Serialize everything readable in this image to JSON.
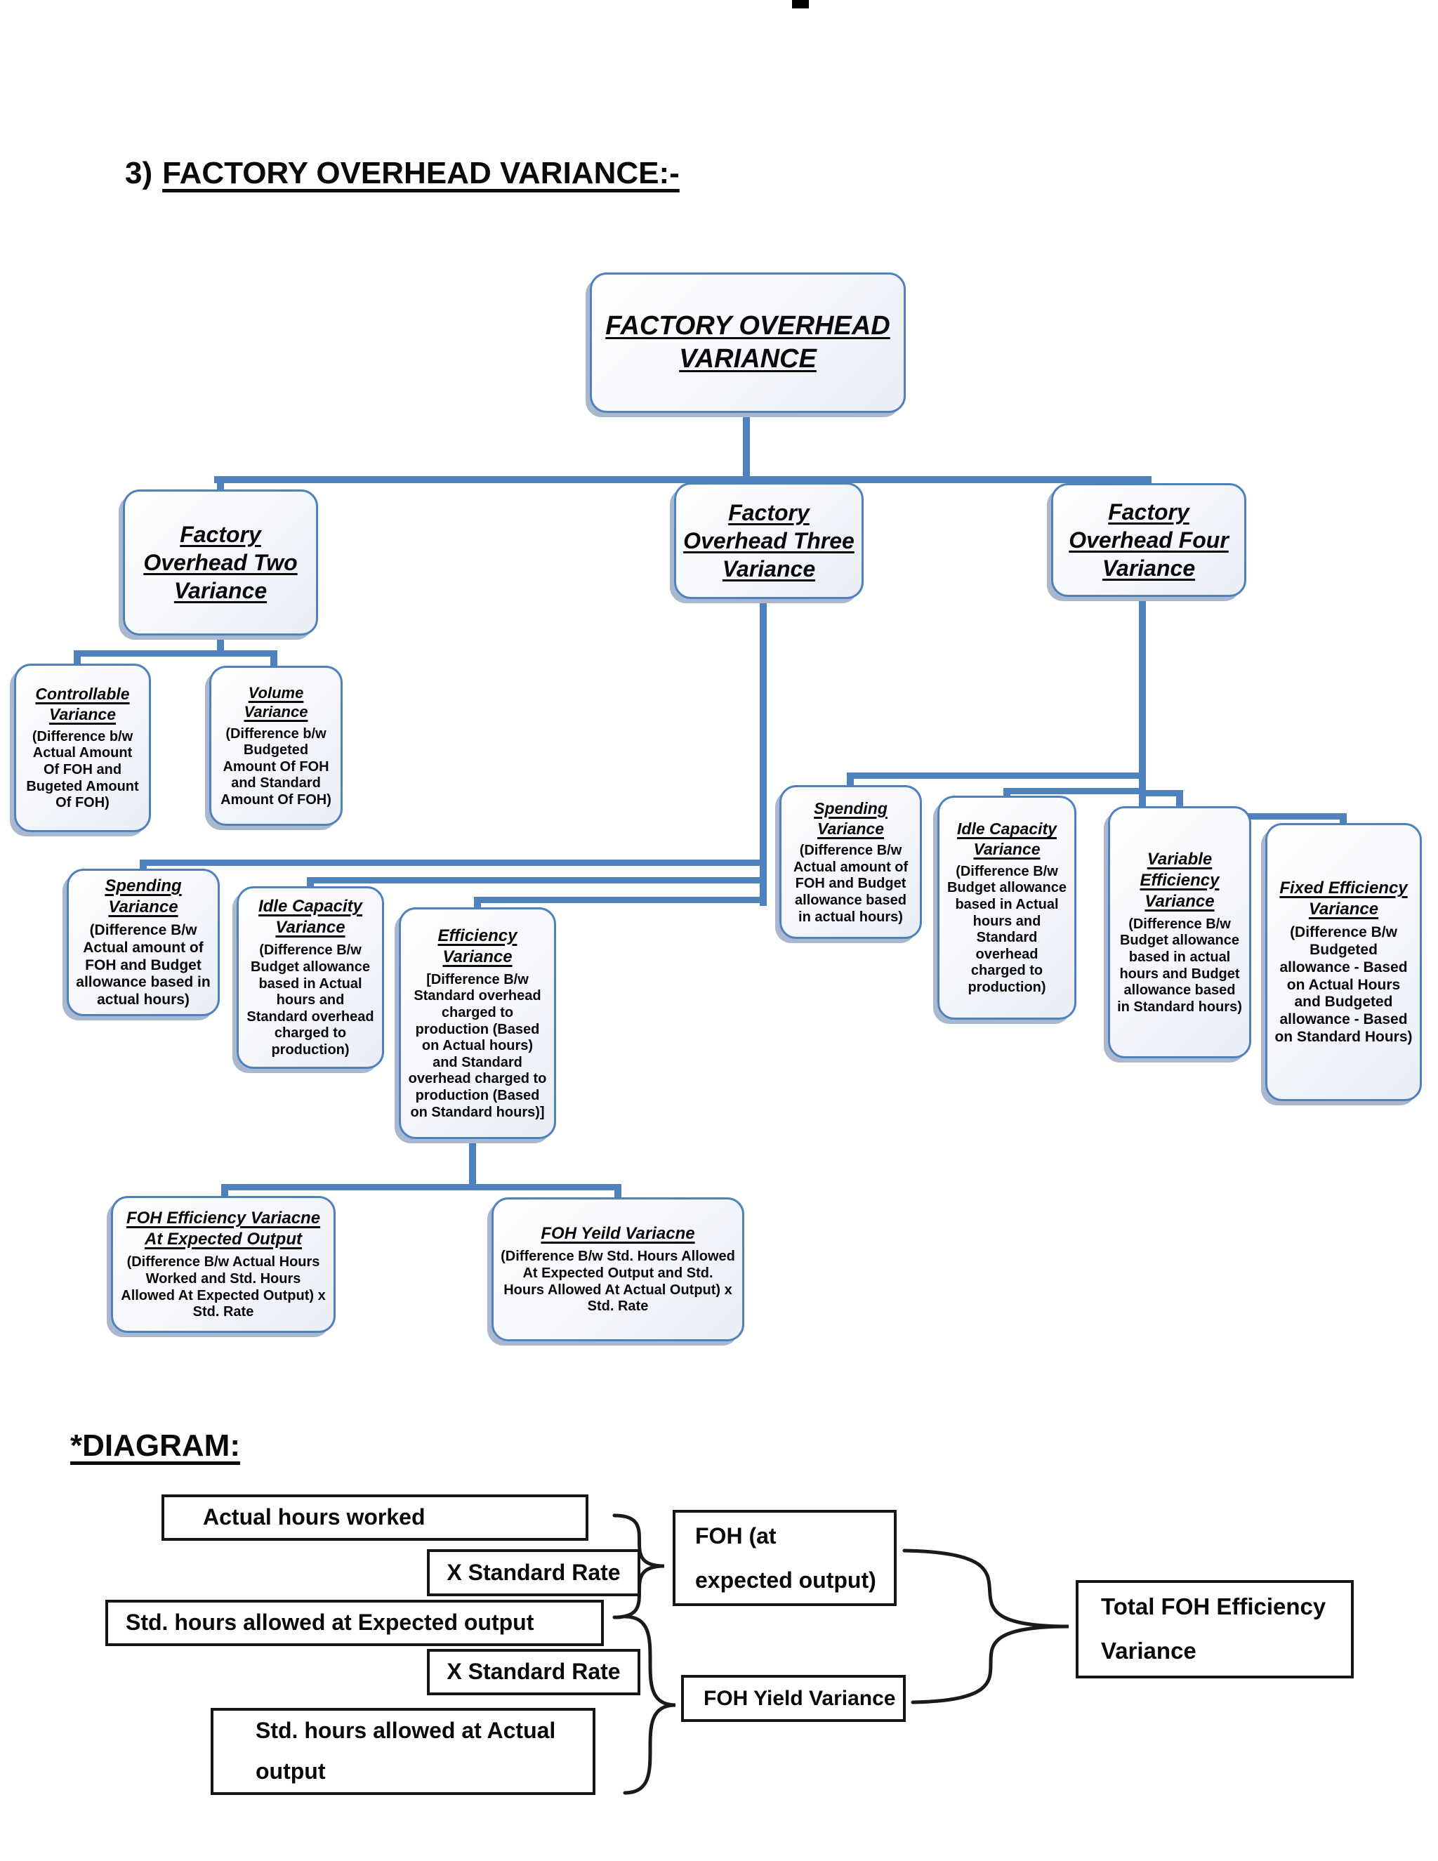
{
  "page": {
    "heading_number": "3)",
    "heading": "FACTORY OVERHEAD VARIANCE:-",
    "diagram_heading": "*DIAGRAM:"
  },
  "tree": {
    "root": {
      "title": "FACTORY OVERHEAD VARIANCE"
    },
    "level2": [
      {
        "title": "Factory Overhead Two Variance"
      },
      {
        "title": "Factory Overhead Three Variance"
      },
      {
        "title": "Factory Overhead Four Variance"
      }
    ],
    "two_children": [
      {
        "title": "Controllable Variance",
        "desc": "(Difference b/w Actual Amount Of FOH and Bugeted Amount Of FOH)"
      },
      {
        "title": "Volume Variance",
        "desc": "(Difference b/w Budgeted Amount Of FOH and Standard Amount Of FOH)"
      }
    ],
    "three_children": [
      {
        "title": "Spending Variance",
        "desc": "(Difference B/w Actual amount of FOH and Budget allowance based in actual hours)"
      },
      {
        "title": "Idle Capacity Variance",
        "desc": "(Difference B/w Budget allowance based in Actual hours and Standard overhead charged to production)"
      },
      {
        "title": "Efficiency Variance",
        "desc": "[Difference B/w Standard overhead charged to production (Based on Actual hours) and Standard overhead charged to production (Based on Standard hours)]"
      }
    ],
    "four_children": [
      {
        "title": "Spending Variance",
        "desc": "(Difference B/w Actual amount of FOH and Budget allowance based in actual hours)"
      },
      {
        "title": "Idle Capacity Variance",
        "desc": "(Difference B/w Budget allowance based in Actual hours and Standard overhead charged to production)"
      },
      {
        "title": "Variable Efficiency Variance",
        "desc": "(Difference B/w Budget allowance based in actual hours and Budget allowance based in Standard hours)"
      },
      {
        "title": "Fixed Efficiency Variance",
        "desc": "(Difference B/w Budgeted allowance - Based on Actual Hours and Budgeted allowance - Based on Standard Hours)"
      }
    ],
    "efficiency_children": [
      {
        "title": "FOH Efficiency Variacne At Expected Output",
        "desc": "(Difference B/w Actual Hours Worked and Std. Hours Allowed At Expected Output) x Std. Rate"
      },
      {
        "title": "FOH Yeild Variacne",
        "desc": "(Difference B/w Std. Hours Allowed At Expected Output and Std. Hours Allowed At Actual Output) x Std. Rate"
      }
    ]
  },
  "diagram": {
    "actual_hours": "Actual hours worked",
    "x_standard_rate_1": "X Standard Rate",
    "std_hours_expected": "Std. hours allowed at Expected output",
    "x_standard_rate_2": "X Standard Rate",
    "std_hours_actual": "Std. hours allowed at Actual output",
    "foh_expected": "FOH (at expected output)",
    "foh_yield": "FOH Yield Variance",
    "total": "Total FOH Efficiency Variance"
  },
  "colors": {
    "connector_blue": "#4f81bd",
    "tree_box_border": "#4f81bd",
    "diagram_box_border": "#161616"
  }
}
